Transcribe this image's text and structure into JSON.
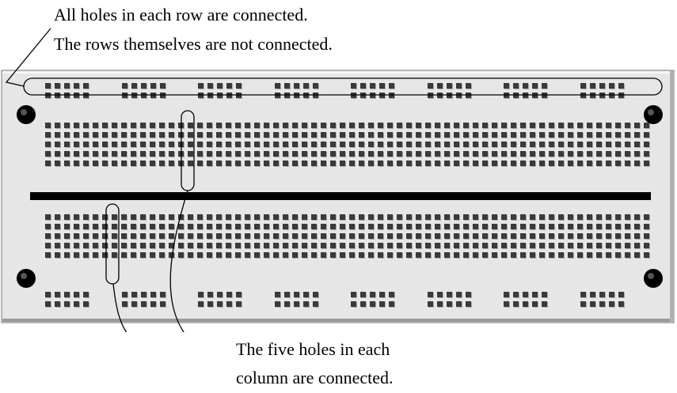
{
  "annotations": {
    "row_note_line1": "All holes in each row are connected.",
    "row_note_line2": "The rows themselves are not connected.",
    "column_note_line1": "The five holes in each",
    "column_note_line2": "column are connected."
  },
  "breadboard": {
    "rail_groups_per_row": 8,
    "holes_per_rail_group": 5,
    "rail_rows_per_strip": 2,
    "columns": 64,
    "rows_per_half": 5
  },
  "colors": {
    "board": "#e6e6e6",
    "board_border": "#777777",
    "hole": "#3a3a3a",
    "hole_shadow": "#a8a8a8",
    "divider": "#000000",
    "lines": "#000000"
  }
}
